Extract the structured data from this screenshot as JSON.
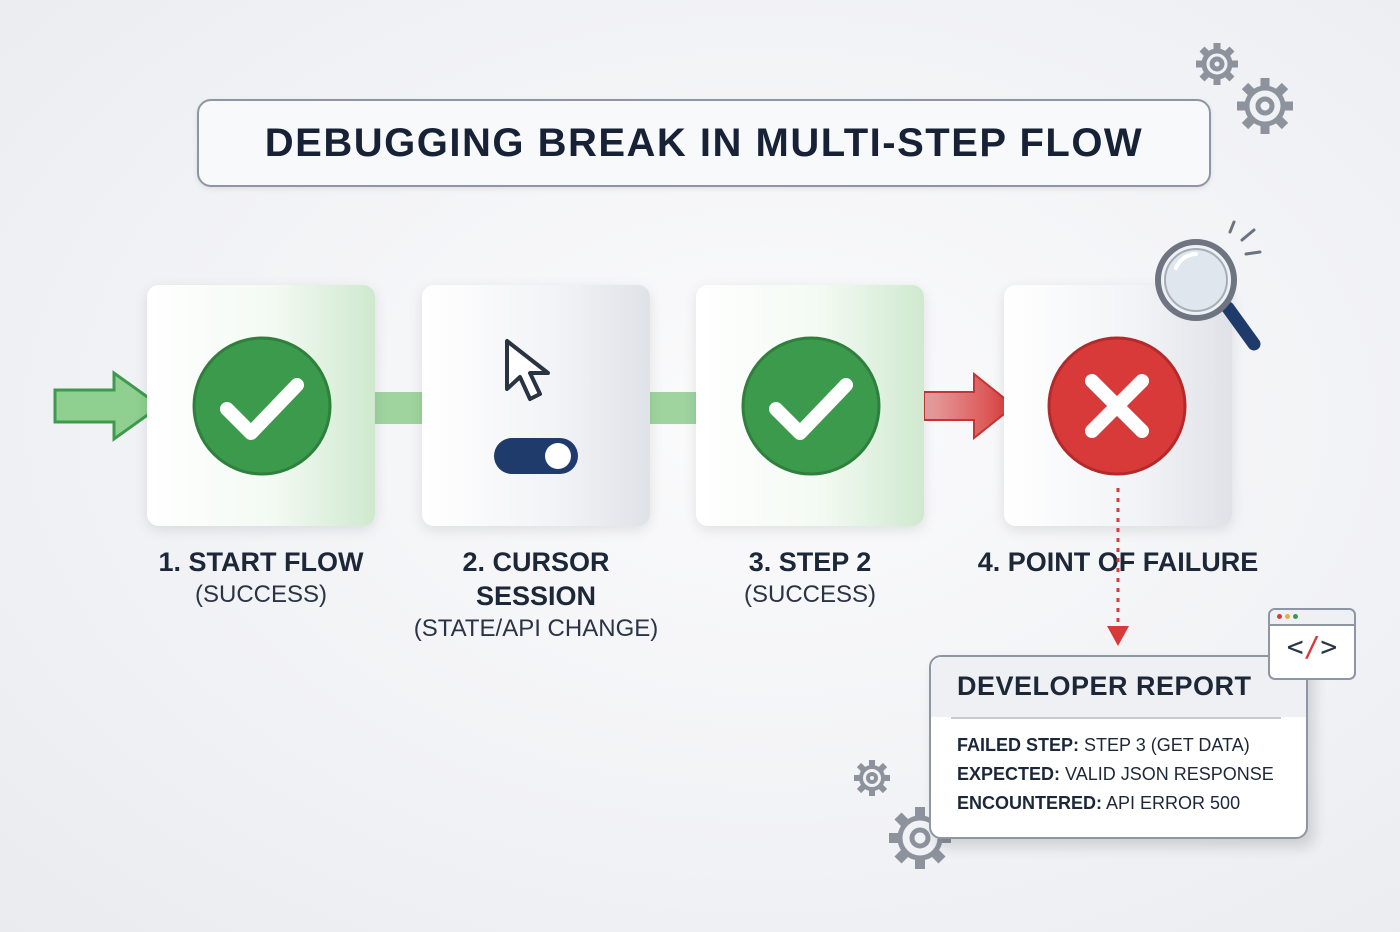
{
  "title": "DEBUGGING BREAK IN MULTI-STEP FLOW",
  "steps": [
    {
      "label": "1. START FLOW",
      "sub": "(SUCCESS)"
    },
    {
      "label": "2. CURSOR",
      "label2": "SESSION",
      "sub": "(STATE/API CHANGE)"
    },
    {
      "label": "3. STEP 2",
      "sub": "(SUCCESS)"
    },
    {
      "label": "4. POINT OF FAILURE"
    }
  ],
  "report": {
    "title": "DEVELOPER REPORT",
    "failed_key": "FAILED STEP:",
    "failed_val": " STEP 3 (GET DATA)",
    "expected_key": "EXPECTED:",
    "expected_val": " VALID JSON RESPONSE",
    "encountered_key": "ENCOUNTERED:",
    "encountered_val": " API ERROR 500"
  },
  "code_icon_text": "</>",
  "colors": {
    "success": "#3c9a4c",
    "failure": "#d83a3a",
    "toggle": "#1f3b6b",
    "border": "#8e96a3"
  },
  "icons": [
    "gear-icon",
    "check-icon",
    "cursor-icon",
    "toggle-icon",
    "x-icon",
    "magnifier-icon",
    "code-window-icon"
  ]
}
